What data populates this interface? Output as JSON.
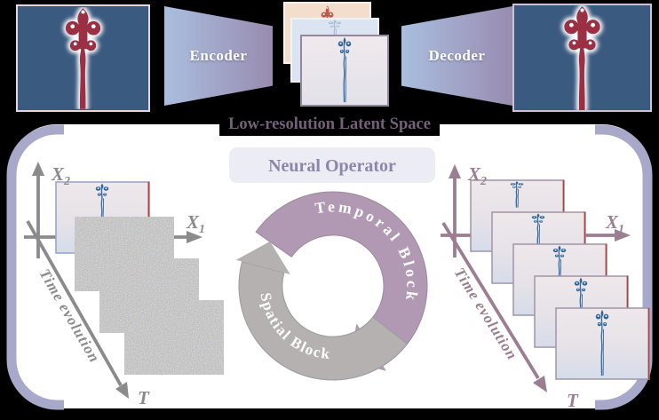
{
  "figure_title": "Low-resolution Latent Space",
  "top_row": {
    "encoder_label": "Encoder",
    "decoder_label": "Decoder"
  },
  "panel": {
    "neural_operator_label": "Neural Operator",
    "cycle": {
      "temporal_label": "Temporal Block",
      "spatial_label": "Spatial Block"
    },
    "axes": {
      "x2_base": "X",
      "x2_sub": "2",
      "x1_base": "X",
      "x1_sub": "1",
      "t_label": "T",
      "time_label": "Time evolution"
    }
  },
  "colors": {
    "background": "#000000",
    "panel_background": "#ffffff",
    "frame": "#a8a8ca",
    "title_text": "#746079",
    "neural_operator_background": "#ececf5",
    "neural_operator_text": "#8d86a8",
    "temporal_arc": "#b199b3",
    "spatial_arc": "#b6b1b1",
    "left_axis_gray": "#8b8b8b",
    "right_axis_purple": "#9b7e91",
    "encoder_gradient_start": "#aabedf",
    "encoder_gradient_end": "#988cb0",
    "simulation_background": "#3b5a80",
    "flame_red": "#9b2f43"
  }
}
